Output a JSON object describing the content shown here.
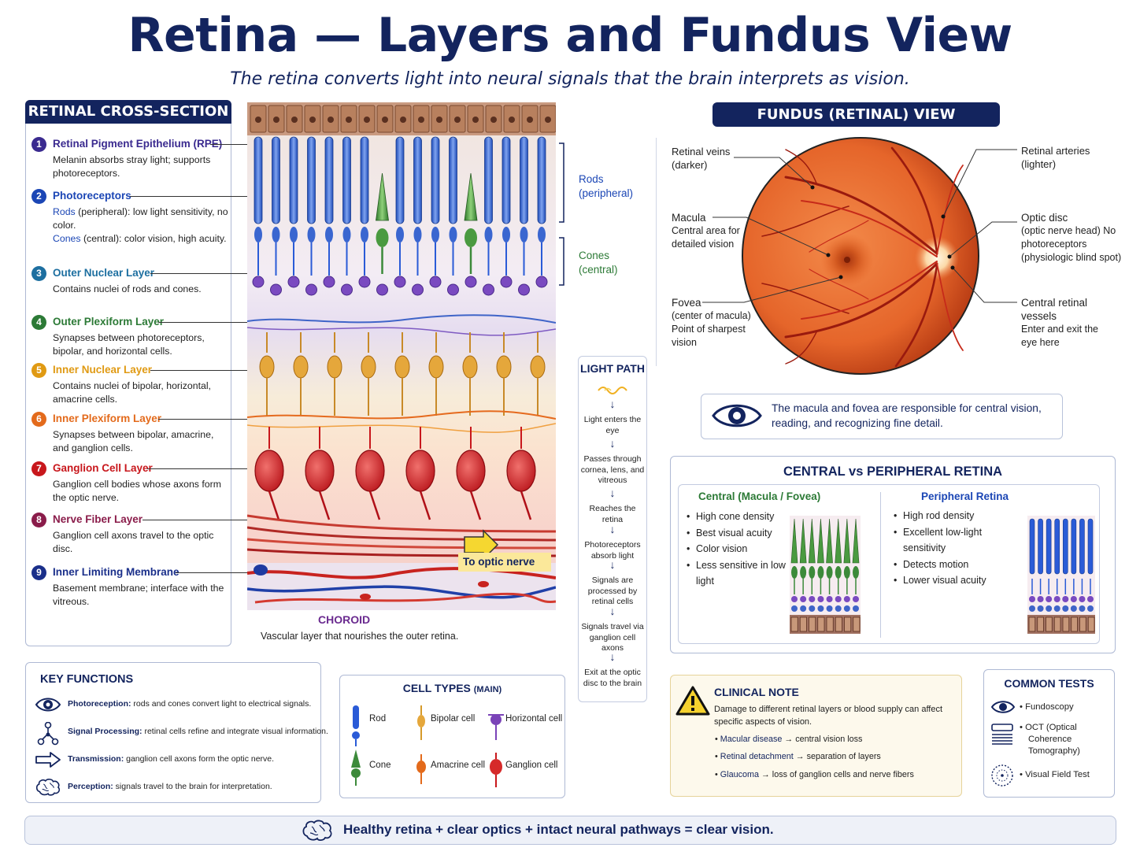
{
  "title": "Retina — Layers and Fundus View",
  "subtitle": "The retina converts light into neural signals that the brain interprets as vision.",
  "cross_section": {
    "header": "RETINAL CROSS-SECTION",
    "layers": [
      {
        "num": "1",
        "name": "Retinal Pigment Epithelium (RPE)",
        "desc": "Melanin absorbs stray light; supports photoreceptors.",
        "color": "#3a2a8f"
      },
      {
        "num": "2",
        "name": "Photoreceptors",
        "desc": "",
        "color": "#1b46b5"
      },
      {
        "num": "3",
        "name": "Outer Nuclear Layer",
        "desc": "Contains nuclei of rods and cones.",
        "color": "#1d6fa0"
      },
      {
        "num": "4",
        "name": "Outer Plexiform Layer",
        "desc": "Synapses between photoreceptors, bipolar, and horizontal cells.",
        "color": "#2c7a36"
      },
      {
        "num": "5",
        "name": "Inner Nuclear Layer",
        "desc": "Contains nuclei of bipolar, horizontal, amacrine cells.",
        "color": "#e09a13"
      },
      {
        "num": "6",
        "name": "Inner Plexiform Layer",
        "desc": "Synapses between bipolar, amacrine, and ganglion cells.",
        "color": "#e36a1b"
      },
      {
        "num": "7",
        "name": "Ganglion Cell Layer",
        "desc": "Ganglion cell bodies whose axons form the optic nerve.",
        "color": "#c8171c"
      },
      {
        "num": "8",
        "name": "Nerve Fiber Layer",
        "desc": "Ganglion cell axons travel to the optic disc.",
        "color": "#8a1c4a"
      },
      {
        "num": "9",
        "name": "Inner Limiting Membrane",
        "desc": "Basement membrane; interface with the vitreous.",
        "color": "#1a2f8a"
      }
    ],
    "photoreceptor_desc": {
      "rods_word": "Rods",
      "rods_rest": " (peripheral): low light sensitivity, no color.",
      "cones_word": "Cones",
      "cones_rest": " (central): color vision, high acuity."
    },
    "rods_label": "Rods",
    "rods_sub": "(peripheral)",
    "cones_label": "Cones",
    "cones_sub": "(central)",
    "optic_arrow": "To optic nerve",
    "choroid_title": "CHOROID",
    "choroid_desc": "Vascular layer that nourishes the outer retina."
  },
  "light_path": {
    "header": "LIGHT PATH",
    "steps": [
      "Light enters the eye",
      "Passes through cornea, lens, and vitreous",
      "Reaches the retina",
      "Photoreceptors absorb light",
      "Signals are processed by retinal cells",
      "Signals travel via ganglion cell axons",
      "Exit at the optic disc to the brain"
    ]
  },
  "fundus": {
    "header": "FUNDUS (RETINAL) VIEW",
    "labels": {
      "veins": "Retinal veins",
      "veins_sub": "(darker)",
      "arteries": "Retinal arteries",
      "arteries_sub": "(lighter)",
      "macula": "Macula",
      "macula_sub": "Central area for detailed vision",
      "optic_disc": "Optic disc",
      "optic_disc_sub": "(optic nerve head) No photoreceptors (physiologic blind spot)",
      "fovea": "Fovea",
      "fovea_sub": "(center of macula) Point of sharpest vision",
      "central_vessels": "Central retinal vessels",
      "central_vessels_sub": "Enter and exit the eye here"
    },
    "note": "The macula and fovea are responsible for central vision, reading, and recognizing fine detail."
  },
  "central_vs_peripheral": {
    "header": "CENTRAL vs PERIPHERAL RETINA",
    "central_title": "Central (Macula / Fovea)",
    "central_items": [
      "High cone density",
      "Best visual acuity",
      "Color vision",
      "Less sensitive in low light"
    ],
    "peripheral_title": "Peripheral Retina",
    "peripheral_items": [
      "High rod density",
      "Excellent low-light sensitivity",
      "Detects motion",
      "Lower visual acuity"
    ]
  },
  "key_functions": {
    "header": "KEY FUNCTIONS",
    "items": [
      {
        "icon": "eye-icon",
        "title": "Photoreception:",
        "text": " rods and cones convert light to electrical signals."
      },
      {
        "icon": "network-icon",
        "title": "Signal Processing:",
        "text": " retinal cells refine and integrate visual information."
      },
      {
        "icon": "arrow-right-icon",
        "title": "Transmission:",
        "text": " ganglion cell axons form the optic nerve."
      },
      {
        "icon": "brain-icon",
        "title": "Perception:",
        "text": " signals travel to the brain for interpretation."
      }
    ]
  },
  "cell_types": {
    "header": "CELL TYPES",
    "header_sub": "(MAIN)",
    "items": [
      "Rod",
      "Bipolar cell",
      "Horizontal cell",
      "Cone",
      "Amacrine cell",
      "Ganglion cell"
    ]
  },
  "clinical_note": {
    "header": "CLINICAL NOTE",
    "intro": "Damage to different retinal layers or blood supply can affect specific aspects of vision.",
    "items": [
      {
        "term": "Macular disease",
        "result": "central vision loss"
      },
      {
        "term": "Retinal detachment",
        "result": "separation of layers"
      },
      {
        "term": "Glaucoma",
        "result": "loss of ganglion cells and nerve fibers"
      }
    ]
  },
  "common_tests": {
    "header": "COMMON TESTS",
    "items": [
      "Fundoscopy",
      "OCT (Optical Coherence Tomography)",
      "Visual Field Test"
    ]
  },
  "footer": "Healthy retina + clear optics + intact neural pathways = clear vision.",
  "colors": {
    "navy": "#13245e",
    "rod_blue": "#2a5bd7",
    "cone_green": "#3c8a3a",
    "fundus_orange": "#e8682a"
  }
}
